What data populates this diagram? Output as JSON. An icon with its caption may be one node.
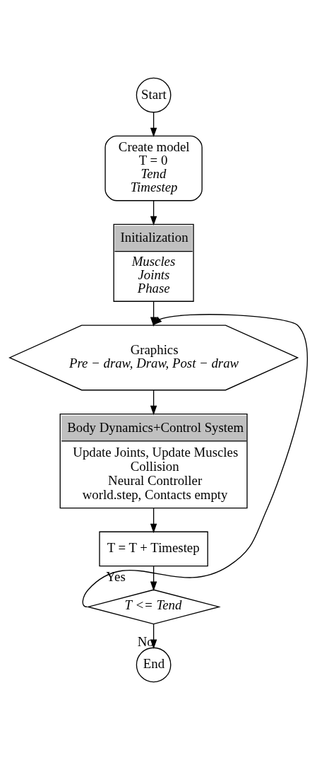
{
  "diagram": {
    "nodes": [
      {
        "text": [
          "Start"
        ]
      },
      {
        "text": [
          "Create model",
          "T = 0",
          "Tend",
          "Timestep"
        ]
      },
      {
        "text": [
          "Initialization",
          "Muscles",
          "Joints",
          "Phase"
        ]
      },
      {
        "text": [
          "Graphics",
          "Pre − draw, Draw, Post − draw"
        ]
      },
      {
        "text": [
          "Body Dynamics+Control System",
          "Update Joints, Update Muscles",
          "Collision",
          "Neural Controller",
          "world.step, Contacts empty"
        ]
      },
      {
        "text": [
          "T = T + Timestep"
        ]
      },
      {
        "text": [
          "T <= Tend"
        ]
      },
      {
        "text": [
          "End"
        ]
      }
    ],
    "edges": [
      {
        "from": 0,
        "to": 1,
        "arrow": "to"
      },
      {
        "from": 1,
        "to": 2,
        "arrow": "to"
      },
      {
        "from": 2,
        "to": 3,
        "arrow": "to"
      },
      {
        "from": 3,
        "to": 4,
        "arrow": "to"
      },
      {
        "from": 4,
        "to": 5,
        "arrow": "to"
      },
      {
        "from": 5,
        "to": 6,
        "arrow": "to"
      },
      {
        "from": 6,
        "to": 3,
        "arrow": "to",
        "label": "Yes"
      },
      {
        "from": 6,
        "to": 7,
        "arrow": "to",
        "label": "No"
      }
    ]
  }
}
